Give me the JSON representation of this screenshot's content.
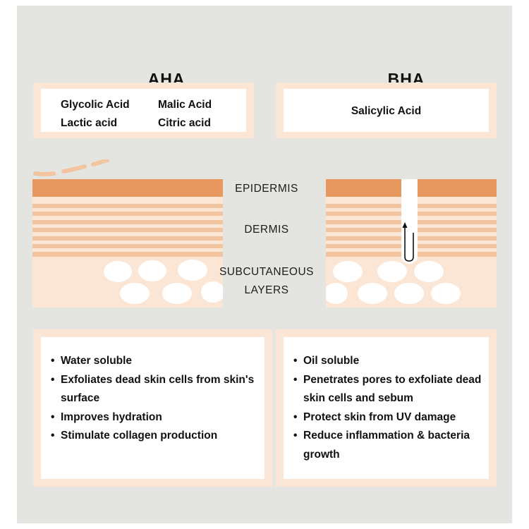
{
  "aha": {
    "title": "AHA",
    "acids": [
      "Glycolic Acid",
      "Malic Acid",
      "Lactic acid",
      "Citric acid"
    ],
    "benefits": [
      "Water soluble",
      "Exfoliates dead skin cells from skin's surface",
      "Improves hydration",
      "Stimulate collagen production"
    ]
  },
  "bha": {
    "title": "BHA",
    "acids": [
      "Salicylic Acid"
    ],
    "benefits": [
      "Oil soluble",
      "Penetrates pores to exfoliate dead skin cells and sebum",
      "Protect skin from UV damage",
      "Reduce inflammation & bacteria growth"
    ]
  },
  "layers": {
    "epidermis": "EPIDERMIS",
    "dermis": "DERMIS",
    "subcutaneous_line1": "SUBCUTANEOUS",
    "subcutaneous_line2": "LAYERS"
  },
  "colors": {
    "background": "#e4e4e1",
    "epidermis": "#e6985f",
    "dermis_stripe": "#f3c4a0",
    "dermis_gap": "#fbe6d6",
    "subcutaneous": "#fbe6d6",
    "fat_cell": "#ffffff"
  }
}
